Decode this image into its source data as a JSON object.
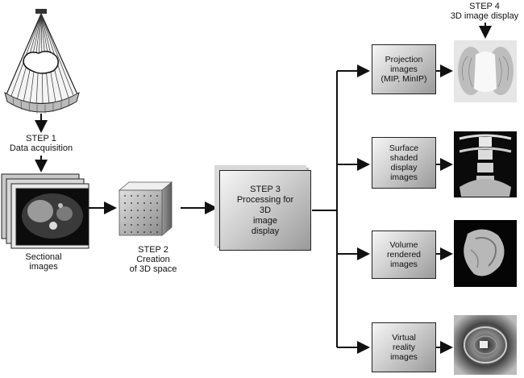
{
  "step1": {
    "label": "STEP 1\nData acquisition"
  },
  "sectional": {
    "label": "Sectional\nimages"
  },
  "step2": {
    "label": "STEP 2\nCreation\nof 3D space"
  },
  "step3": {
    "label": "STEP 3\nProcessing for\n3D\nimage\ndisplay"
  },
  "step4": {
    "label": "STEP 4\n3D image display"
  },
  "outputs": [
    {
      "label": "Projection\nimages\n(MIP, MinIP)"
    },
    {
      "label": "Surface\nshaded\ndisplay\nimages"
    },
    {
      "label": "Volume\nrendered\nimages"
    },
    {
      "label": "Virtual\nreality\nimages"
    }
  ]
}
